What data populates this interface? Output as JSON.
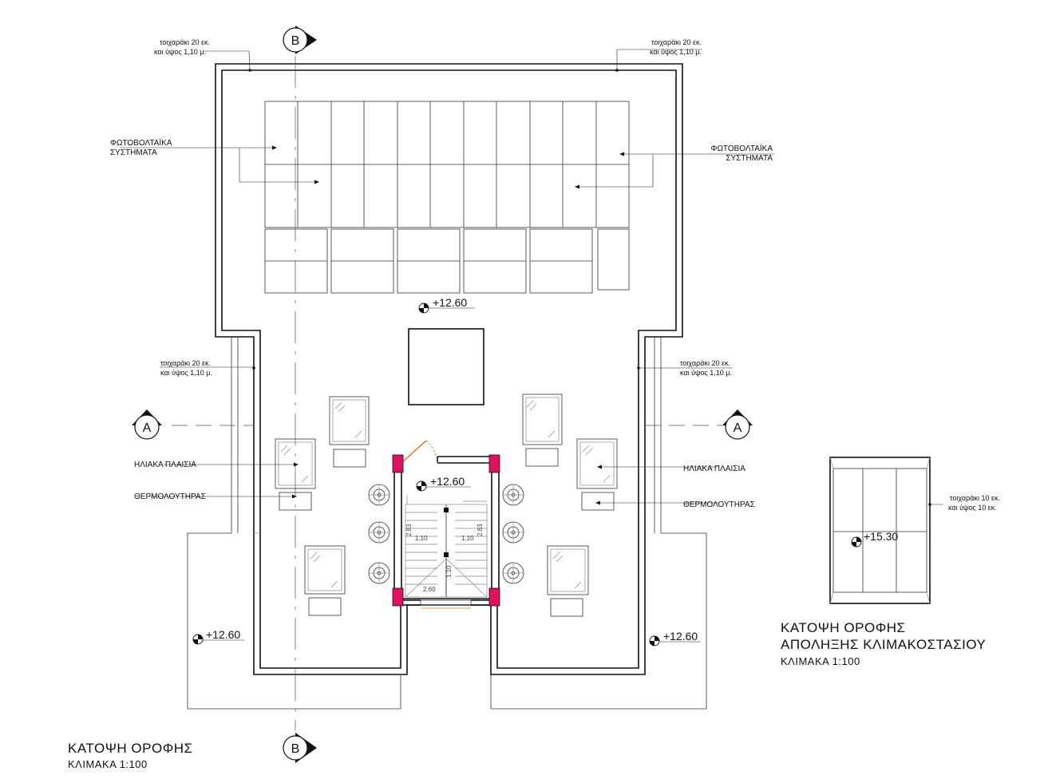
{
  "notes": {
    "parapet_20": [
      "τοιχαράκι 20 εκ.",
      "και ύψος 1,10 μ."
    ],
    "parapet_10": [
      "τοιχαράκι 10 εκ.",
      "και ύψος 10 εκ."
    ]
  },
  "labels": {
    "photovoltaic": [
      "ΦΩΤΟΒΟΛΤΑΪΚΑ",
      "ΣΥΣΤΗΜΑΤΑ"
    ],
    "solar_panels": "ΗΛΙΑΚΑ ΠΛΑΙΣΙΑ",
    "water_heater": "ΘΕΡΜΟΛΟΥΤΗΡΑΣ"
  },
  "levels": {
    "roof": "+12.60",
    "stair_roof": "+15.30"
  },
  "sections": {
    "a": "A",
    "b": "B"
  },
  "stair_dims": {
    "w1": "1.10",
    "w2": "1.10",
    "l1": "2.83",
    "l2": "2.83",
    "mid": "1.10",
    "len": "2.60"
  },
  "titles": {
    "main_title": "ΚΑΤΟΨΗ  ΟΡΟΦΗΣ",
    "main_scale": "ΚΛΙΜΑΚΑ   1:100",
    "stair_title_1": "ΚΑΤΟΨΗ  ΟΡΟΦΗΣ",
    "stair_title_2": "ΑΠΟΛΗΞΗΣ ΚΛΙΜΑΚΟΣΤΑΣΙΟΥ",
    "stair_scale": "ΚΛΙΜΑΚΑ   1:100"
  },
  "colors": {
    "column": "#e0115f",
    "door": "#e07020",
    "line": "#111111"
  }
}
